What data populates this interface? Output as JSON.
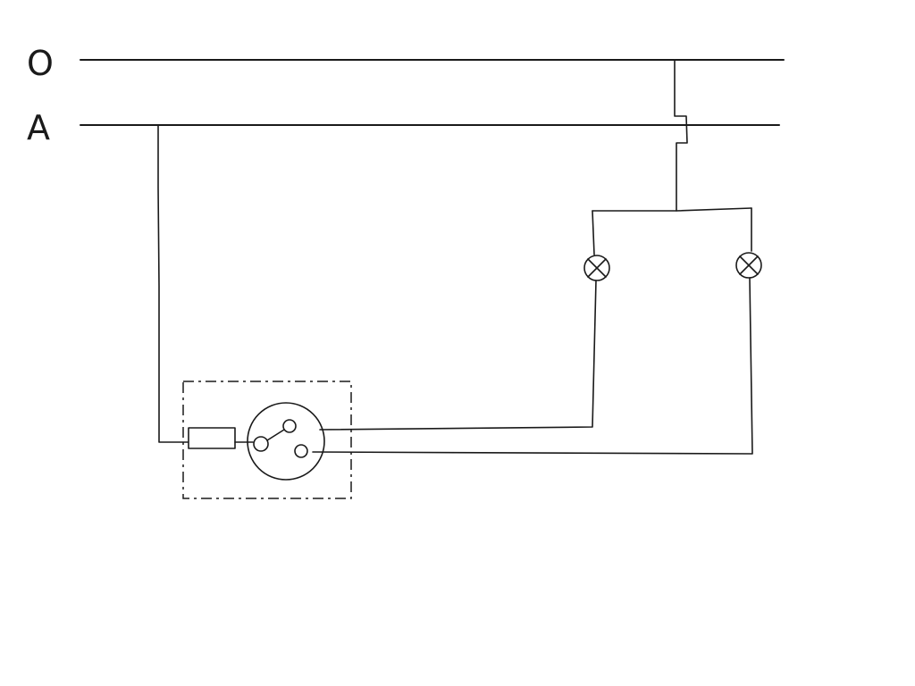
{
  "labels": {
    "top_bus": "O",
    "second_bus": "A"
  },
  "components": {
    "switch_count": 1,
    "lamp_count": 2,
    "fuse_count": 1
  }
}
